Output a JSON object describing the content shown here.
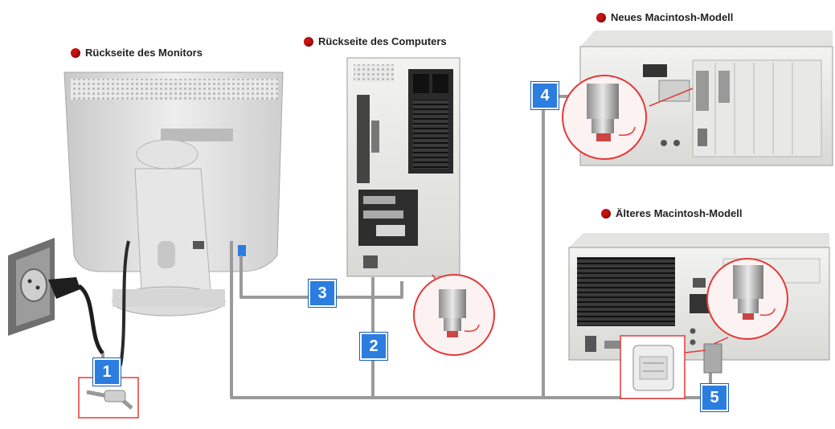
{
  "labels": {
    "monitor_back": "Rückseite des Monitors",
    "computer_back": "Rückseite des Computers",
    "new_mac": "Neues Macintosh-Modell",
    "old_mac": "Älteres Macintosh-Modell"
  },
  "badges": {
    "b1": "1",
    "b2": "2",
    "b3": "3",
    "b4": "4",
    "b5": "5"
  },
  "colors": {
    "accent_dot": "#cc1111",
    "badge_blue": "#2b7de0",
    "callout_red": "#e23a3a",
    "cable_gray": "#9a9a9a"
  }
}
